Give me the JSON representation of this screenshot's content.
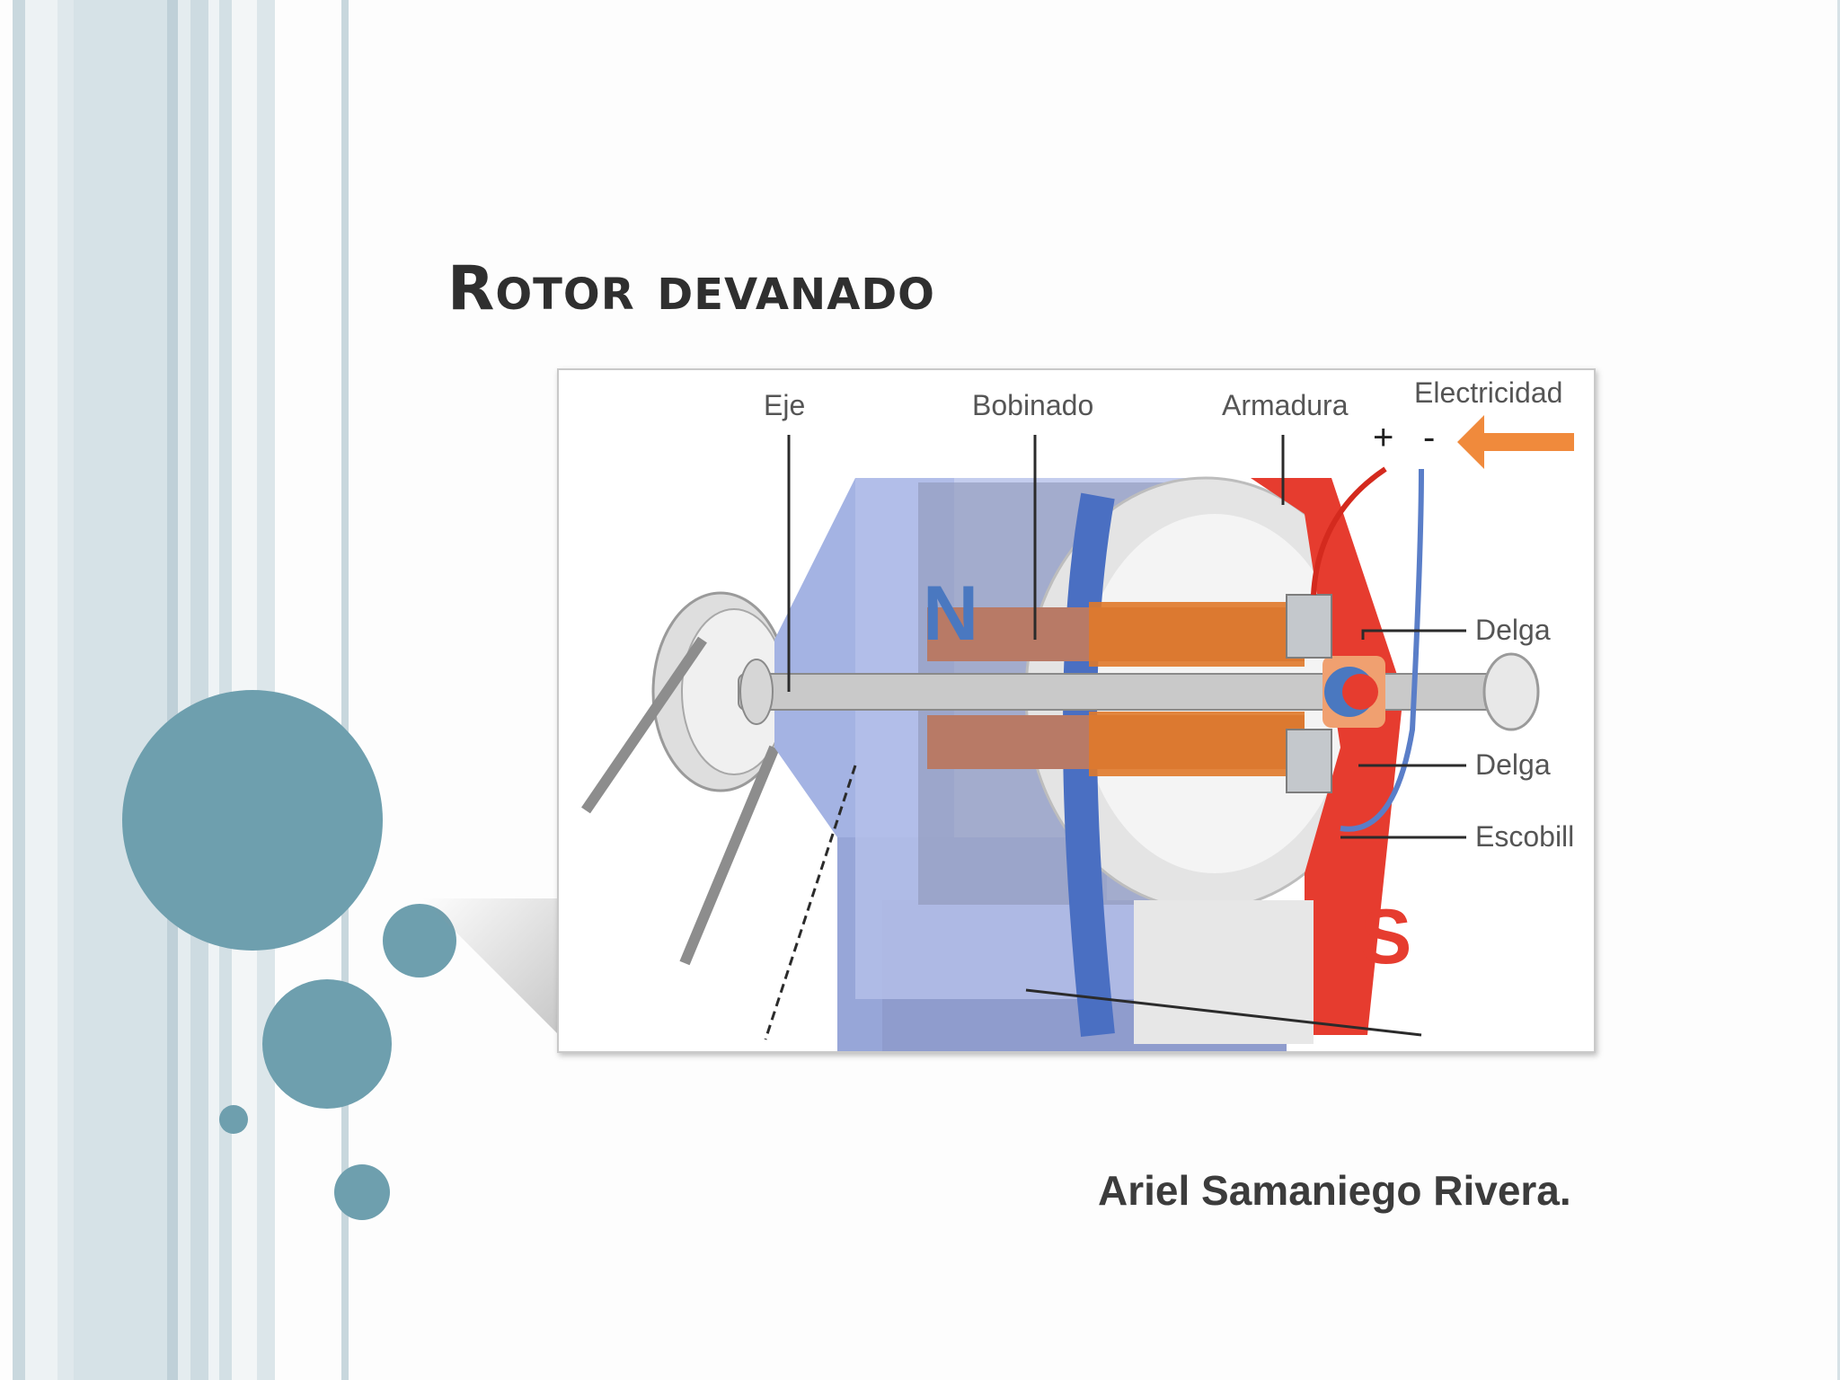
{
  "slide": {
    "title": "Rotor devanado",
    "author": "Ariel Samaniego Rivera."
  },
  "diagram": {
    "labels": {
      "eje": "Eje",
      "bobinado": "Bobinado",
      "armadura": "Armadura",
      "electricidad": "Electricidad",
      "plus": "+",
      "minus": "-",
      "delga_1": "Delga",
      "delga_2": "Delga",
      "escobilla": "Escobill",
      "north": "N",
      "south": "S"
    }
  },
  "colors": {
    "accent_circle": "#6e9fae",
    "title_text": "#2f2f2f",
    "north_pole": "#4a78c0",
    "south_pole": "#e63c2f",
    "winding": "#e0792a"
  }
}
